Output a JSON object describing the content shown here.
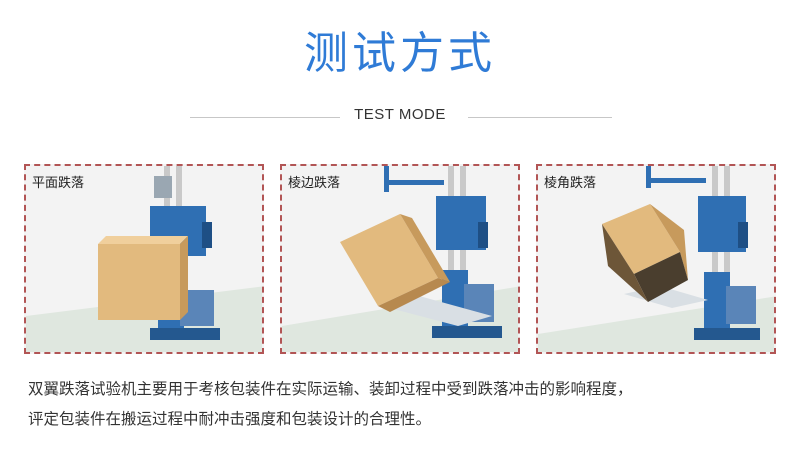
{
  "header": {
    "title": "测试方式",
    "subtitle": "TEST MODE"
  },
  "panels": [
    {
      "label": "平面跌落"
    },
    {
      "label": "棱边跌落"
    },
    {
      "label": "棱角跌落"
    }
  ],
  "description": {
    "line1": "双翼跌落试验机主要用于考核包装件在实际运输、装卸过程中受到跌落冲击的影响程度，",
    "line2": "评定包装件在搬运过程中耐冲击强度和包装设计的合理性。"
  },
  "colors": {
    "title": "#2f7bd6",
    "panel_border": "#b25555",
    "machine_blue": "#2f6fb3",
    "box": "#e2ba7e"
  }
}
